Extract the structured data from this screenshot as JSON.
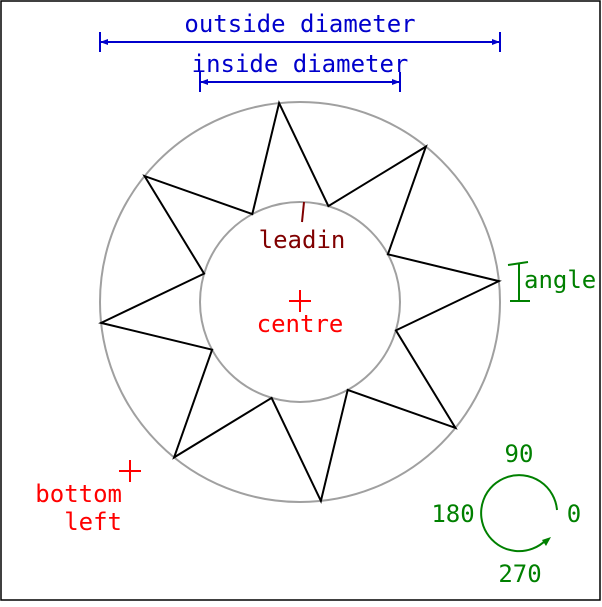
{
  "labels": {
    "outside_diameter": "outside diameter",
    "inside_diameter": "inside diameter",
    "leadin": "leadin",
    "centre": "centre",
    "angle": "angle",
    "bottom": "bottom",
    "left": "left"
  },
  "direction_legend": {
    "deg_90": "90",
    "deg_180": "180",
    "deg_0": "0",
    "deg_270": "270"
  },
  "colors": {
    "dimension": "#0000cc",
    "leadin": "#800000",
    "reference_point": "#ff0000",
    "angle": "#008000",
    "circle": "#a0a0a0",
    "shape": "#000000",
    "frame": "#000000"
  },
  "shape": {
    "points": 8,
    "start_angle_deg": 6
  }
}
